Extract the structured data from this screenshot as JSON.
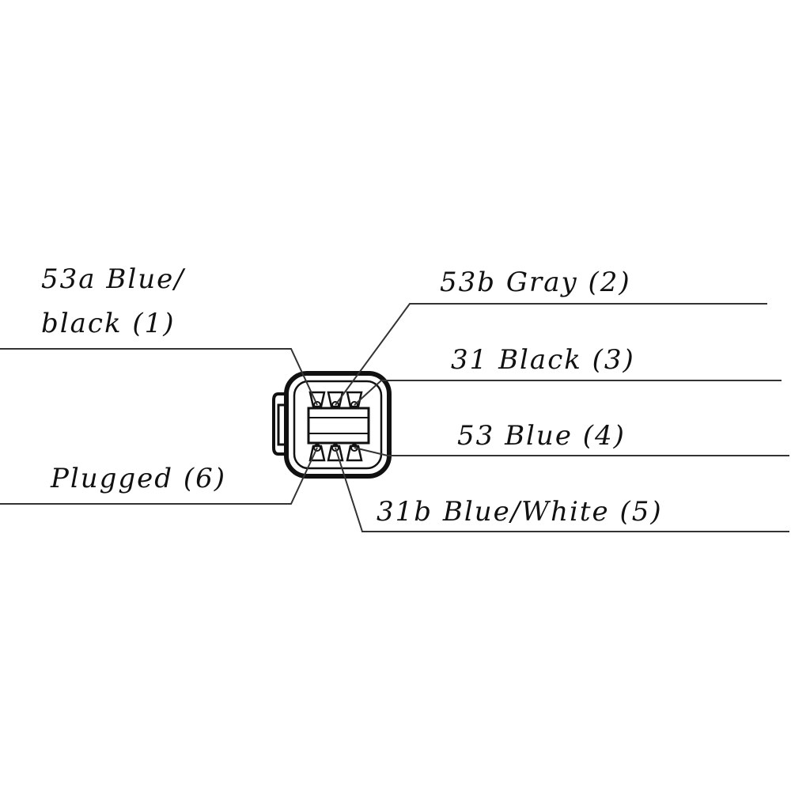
{
  "diagram": {
    "title": "",
    "component": "6-pin connector",
    "line_color": "#333333",
    "pins": [
      {
        "number": 1,
        "label_line1": "53a Blue/",
        "label_line2": "black (1)",
        "side": "left",
        "row": "top",
        "col": 1
      },
      {
        "number": 2,
        "label": "53b Gray (2)",
        "side": "right",
        "row": "top",
        "col": 2
      },
      {
        "number": 3,
        "label": "31 Black (3)",
        "side": "right",
        "row": "top",
        "col": 3
      },
      {
        "number": 4,
        "label": "53 Blue (4)",
        "side": "right",
        "row": "bottom",
        "col": 3
      },
      {
        "number": 5,
        "label": "31b Blue/White (5)",
        "side": "right",
        "row": "bottom",
        "col": 2
      },
      {
        "number": 6,
        "label": "Plugged (6)",
        "side": "left",
        "row": "bottom",
        "col": 1
      }
    ]
  }
}
